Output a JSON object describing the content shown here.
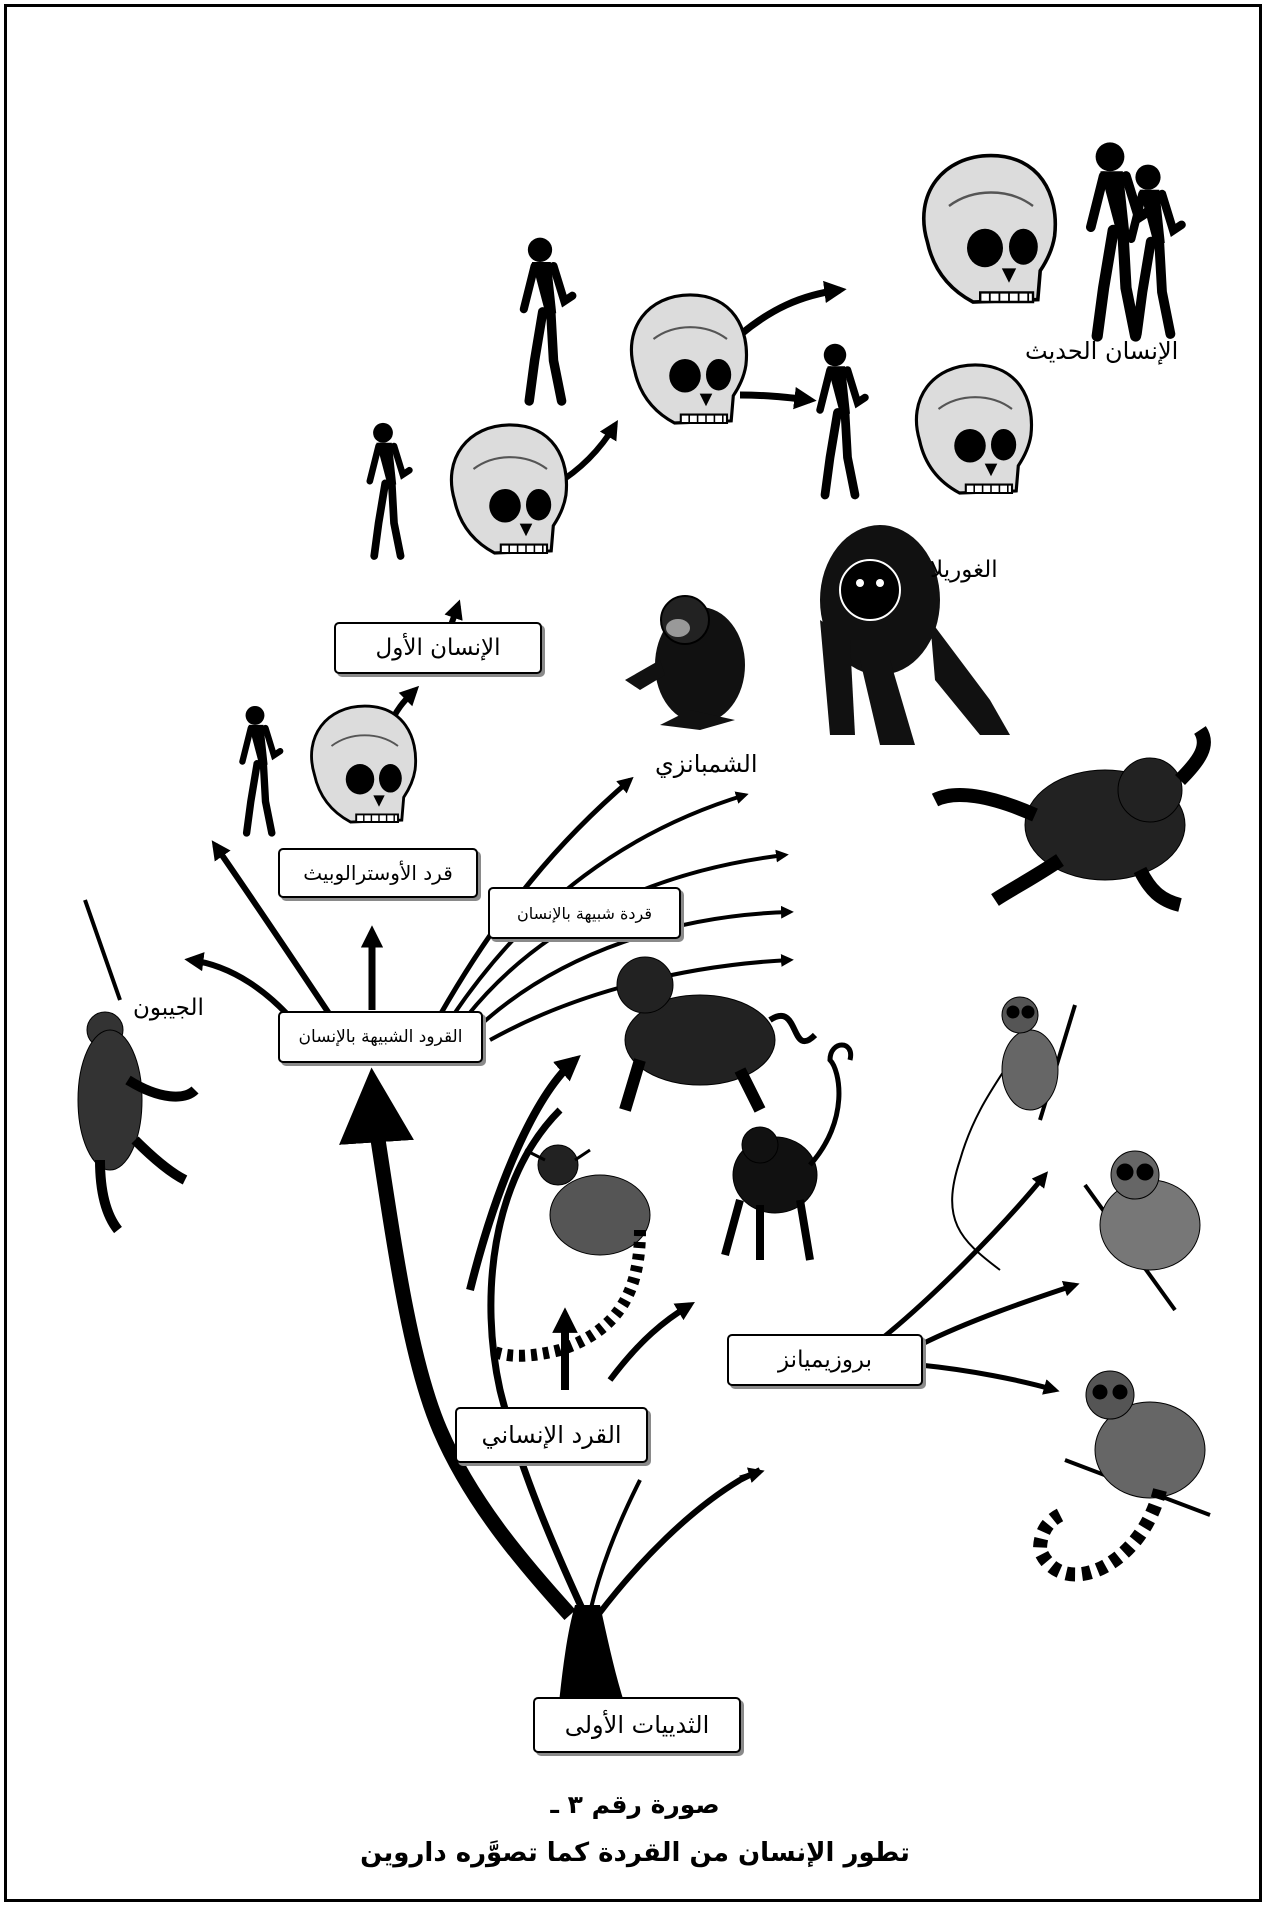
{
  "boxes": {
    "first_mammals": "الثدييات الأولى",
    "human_ape": "القرد الإنساني",
    "prosimians": "بروزيميانز",
    "anthropoid_apes": "القرود الشبيهة بالإنسان",
    "humanlike_ape": "قردة شبيهة بالإنسان",
    "australopithecus": "قرد الأوسترالوبيث",
    "first_human": "الإنسان الأول"
  },
  "labels": {
    "gibbon": "الجيبون",
    "chimpanzee": "الشمبانزي",
    "gorilla": "الغوريلا",
    "modern_human": "الإنسان الحديث"
  },
  "caption": {
    "line1": "صورة رقم ٣ ـ",
    "line2": "تطور الإنسان من القردة كما تصوَّره داروين"
  },
  "icons": [
    "skull-icon",
    "human-silhouette-icon",
    "gorilla-icon",
    "chimpanzee-icon",
    "orangutan-icon",
    "gibbon-icon",
    "baboon-icon",
    "spider-monkey-icon",
    "marmoset-icon",
    "tarsier-icon",
    "loris-icon",
    "lemur-icon"
  ]
}
